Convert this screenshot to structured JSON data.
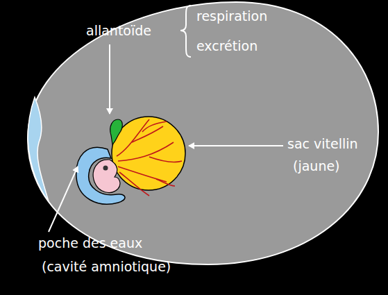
{
  "diagram": {
    "labels": [
      "allantoïde",
      "respiration",
      "excrétion",
      "sac vitellin",
      "(jaune)",
      "poche des eaux",
      "(cavité amniotique)"
    ]
  }
}
